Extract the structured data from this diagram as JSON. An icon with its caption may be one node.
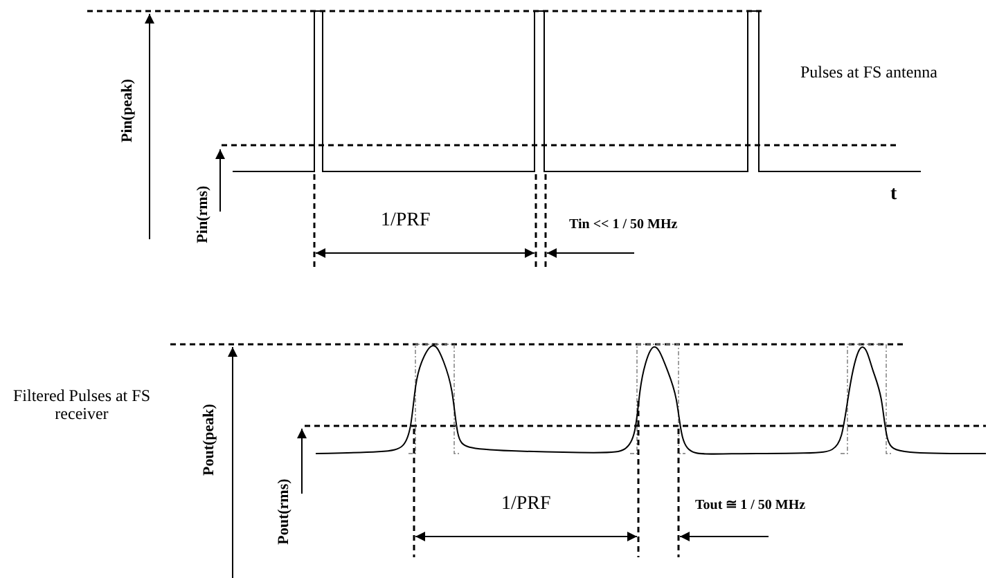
{
  "diagram": {
    "labels": [
      "Pin(peak)",
      "Pulses at FS antenna",
      "Pin(rms)",
      "t",
      "1/PRF",
      "Tin << 1 / 50 MHz",
      "Filtered Pulses at FS receiver",
      "Pout(peak)",
      "Pout(rms)",
      "1/PRF",
      "Tout ≅ 1 / 50 MHz"
    ]
  }
}
